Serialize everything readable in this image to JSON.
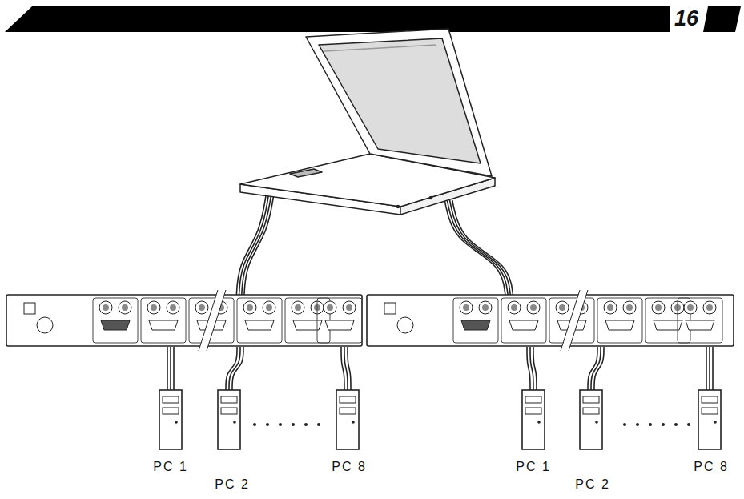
{
  "diagram": {
    "labels": [
      "16",
      "PC 1",
      "PC 2",
      "PC 8",
      "PC 1",
      "PC 2",
      "PC 8"
    ]
  }
}
